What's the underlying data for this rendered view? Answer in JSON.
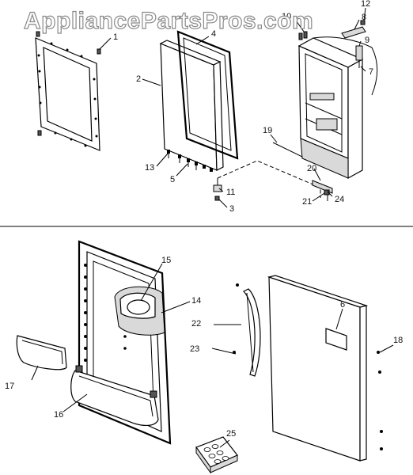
{
  "watermark": "AppliancePartsPros.com",
  "callouts": [
    {
      "id": "c1",
      "text": "1"
    },
    {
      "id": "c2",
      "text": "2"
    },
    {
      "id": "c3",
      "text": "3"
    },
    {
      "id": "c4",
      "text": "4"
    },
    {
      "id": "c5",
      "text": "5"
    },
    {
      "id": "c6",
      "text": "6"
    },
    {
      "id": "c7",
      "text": "7"
    },
    {
      "id": "c8",
      "text": "8"
    },
    {
      "id": "c9",
      "text": "9"
    },
    {
      "id": "c10",
      "text": "10"
    },
    {
      "id": "c11",
      "text": "11"
    },
    {
      "id": "c12",
      "text": "12"
    },
    {
      "id": "c13",
      "text": "13"
    },
    {
      "id": "c14",
      "text": "14"
    },
    {
      "id": "c15",
      "text": "15"
    },
    {
      "id": "c16",
      "text": "16"
    },
    {
      "id": "c17",
      "text": "17"
    },
    {
      "id": "c18",
      "text": "18"
    },
    {
      "id": "c19",
      "text": "19"
    },
    {
      "id": "c20",
      "text": "20"
    },
    {
      "id": "c21",
      "text": "21"
    },
    {
      "id": "c22",
      "text": "22"
    },
    {
      "id": "c23",
      "text": "23"
    },
    {
      "id": "c24",
      "text": "24"
    },
    {
      "id": "c25",
      "text": "25"
    }
  ]
}
